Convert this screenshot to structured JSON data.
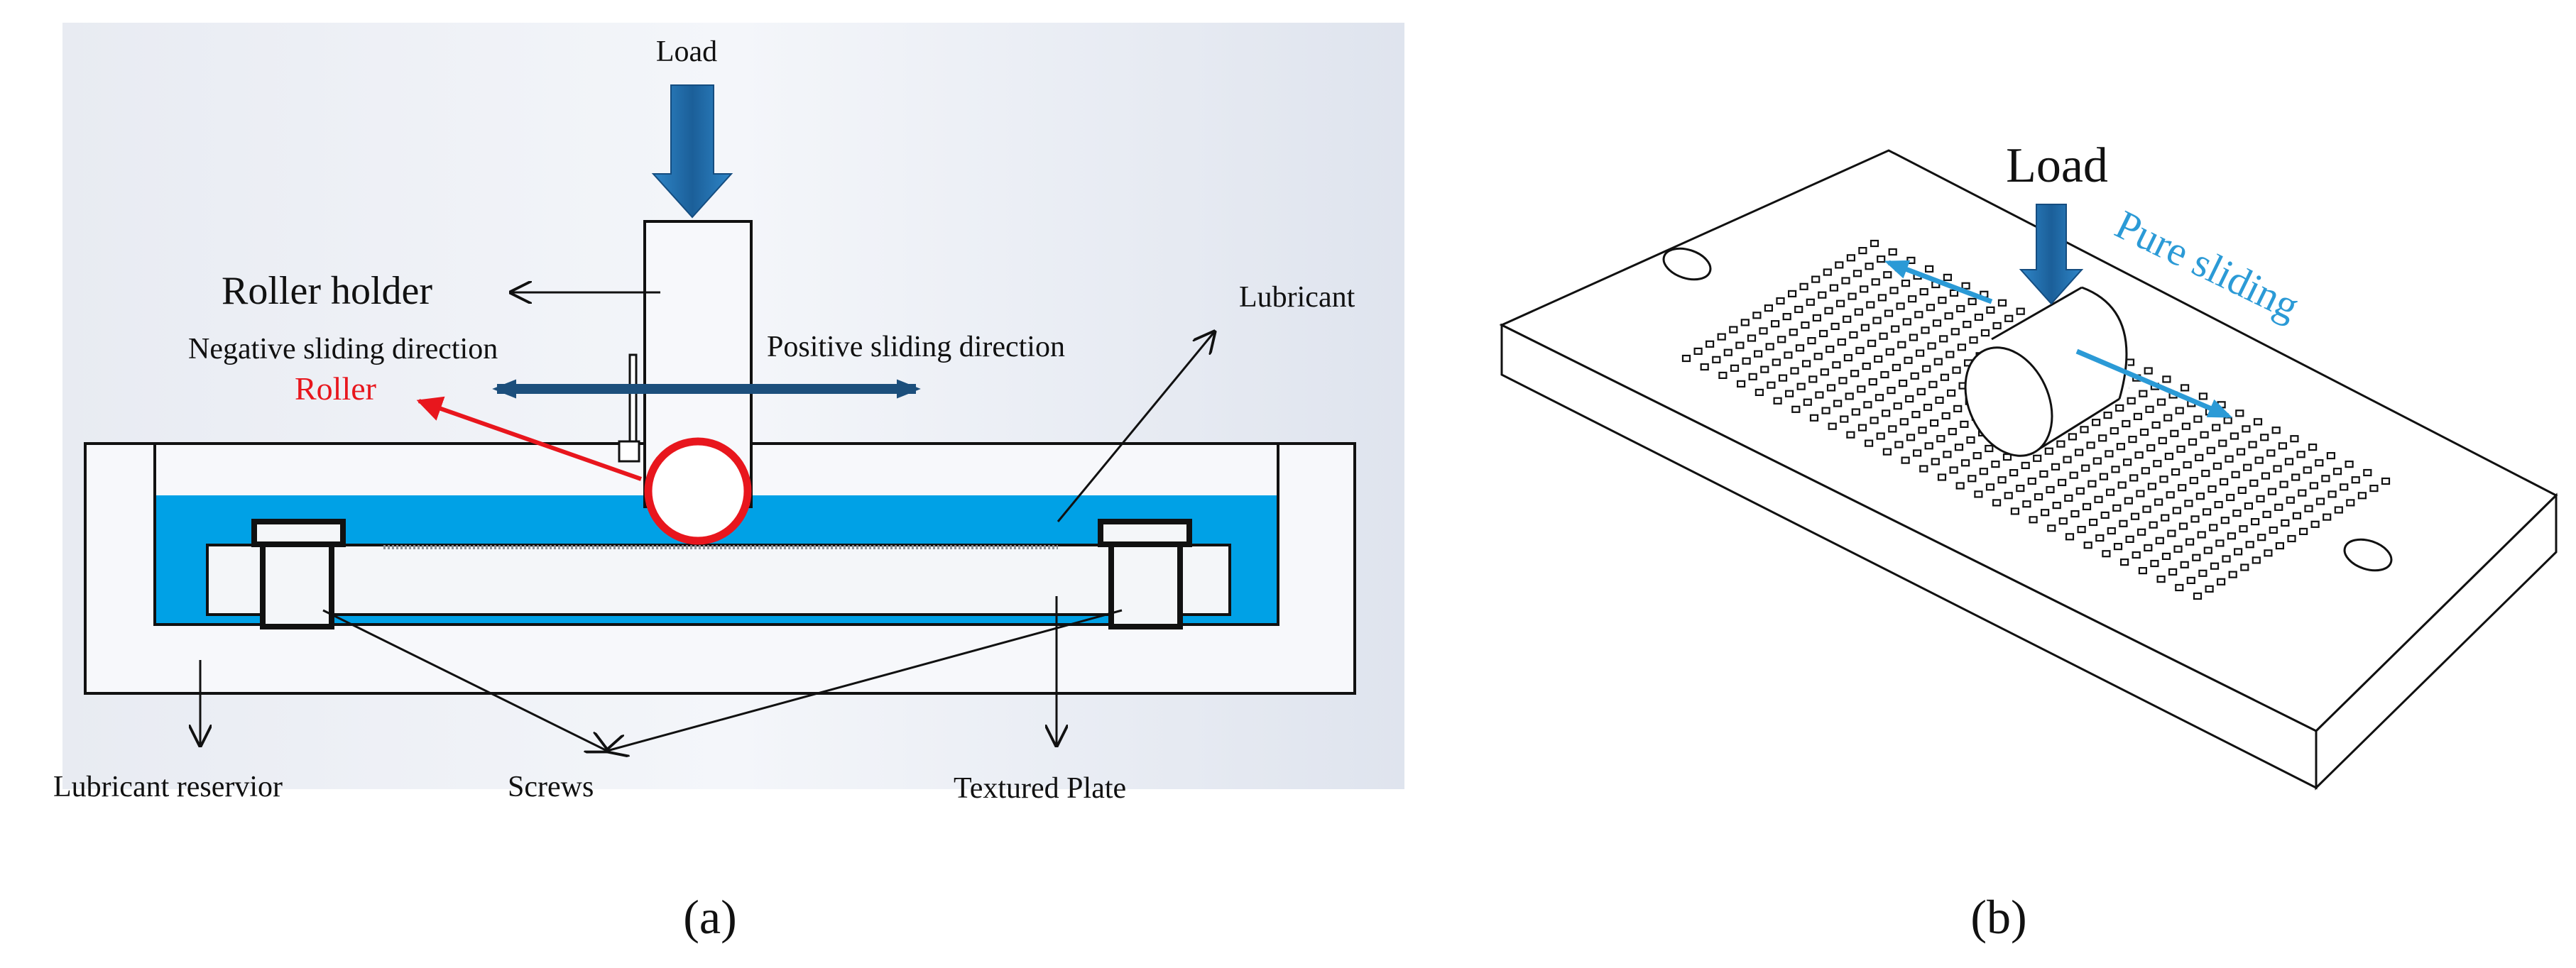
{
  "panel_a": {
    "labels": {
      "load": "Load",
      "roller_holder": "Roller holder",
      "negative_sliding": "Negative sliding direction",
      "positive_sliding": "Positive sliding direction",
      "roller": "Roller",
      "lubricant": "Lubricant",
      "lubricant_reservoir": "Lubricant reservior",
      "screws": "Screws",
      "textured_plate": "Textured Plate"
    },
    "caption": "(a)",
    "colors": {
      "background": "#e4e8f0",
      "lubricant": "#00a1e6",
      "load_arrow": "#1f6fae",
      "sliding_arrow": "#1c4f7c",
      "roller": "#e8161d"
    }
  },
  "panel_b": {
    "labels": {
      "load": "Load",
      "pure_sliding": "Pure sliding"
    },
    "caption": "(b)",
    "colors": {
      "load_arrow": "#1f6fae",
      "sliding_arrow": "#2b9ad6",
      "pure_sliding_text": "#2b9ad6"
    }
  }
}
